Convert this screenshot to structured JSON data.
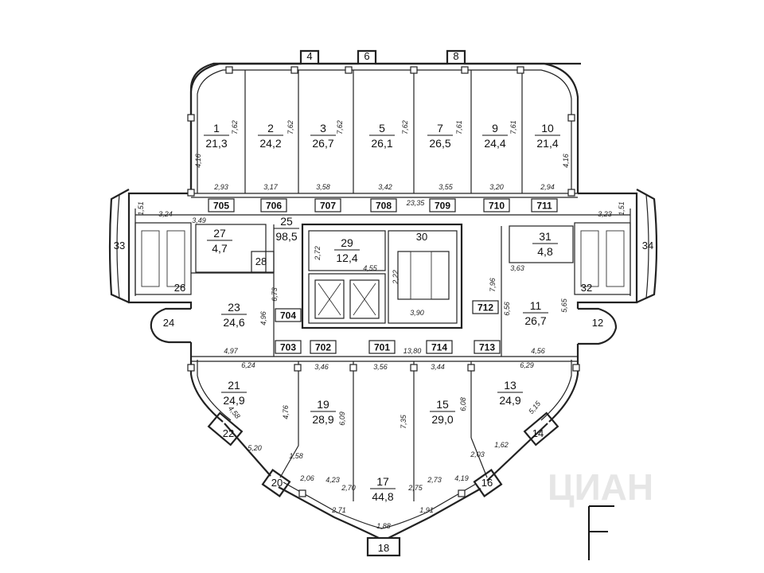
{
  "plan": {
    "watermark": "ЦИАН",
    "compass_letter": "F"
  },
  "rooms": [
    {
      "num": "1",
      "area": "21,3"
    },
    {
      "num": "2",
      "area": "24,2"
    },
    {
      "num": "3",
      "area": "26,7"
    },
    {
      "num": "5",
      "area": "26,1"
    },
    {
      "num": "7",
      "area": "26,5"
    },
    {
      "num": "9",
      "area": "24,4"
    },
    {
      "num": "10",
      "area": "21,4"
    },
    {
      "num": "25",
      "area": "98,5"
    },
    {
      "num": "27",
      "area": "4,7"
    },
    {
      "num": "29",
      "area": "12,4"
    },
    {
      "num": "31",
      "area": "4,8"
    },
    {
      "num": "23",
      "area": "24,6"
    },
    {
      "num": "11",
      "area": "26,7"
    },
    {
      "num": "21",
      "area": "24,9"
    },
    {
      "num": "19",
      "area": "28,9"
    },
    {
      "num": "17",
      "area": "44,8"
    },
    {
      "num": "15",
      "area": "29,0"
    },
    {
      "num": "13",
      "area": "24,9"
    }
  ],
  "labels": [
    "30",
    "28",
    "26",
    "32",
    "33",
    "34",
    "24",
    "12",
    "22",
    "14",
    "20",
    "16",
    "18",
    "4",
    "6",
    "8"
  ],
  "apartments": [
    "705",
    "706",
    "707",
    "708",
    "709",
    "710",
    "711",
    "704",
    "712",
    "703",
    "702",
    "701",
    "714",
    "713"
  ],
  "dims": [
    "7,62",
    "7,62",
    "7,62",
    "7,62",
    "7,61",
    "7,61",
    "4,16",
    "4,16",
    "2,93",
    "3,17",
    "3,58",
    "3,42",
    "3,55",
    "3,20",
    "2,94",
    "23,35",
    "1,51",
    "1,51",
    "3,24",
    "3,23",
    "3,49",
    "3,63",
    "2,72",
    "4,55",
    "2,22",
    "7,96",
    "6,73",
    "4,96",
    "6,56",
    "5,65",
    "3,90",
    "4,97",
    "4,56",
    "13,80",
    "6,24",
    "3,46",
    "3,56",
    "3,44",
    "6,29",
    "4,76",
    "6,09",
    "7,35",
    "6,08",
    "4,58",
    "5,15",
    "5,20",
    "1,62",
    "1,58",
    "2,03",
    "2,06",
    "4,19",
    "4,23",
    "2,70",
    "2,75",
    "2,73",
    "2,71",
    "1,91",
    "1,88",
    "3,55"
  ]
}
